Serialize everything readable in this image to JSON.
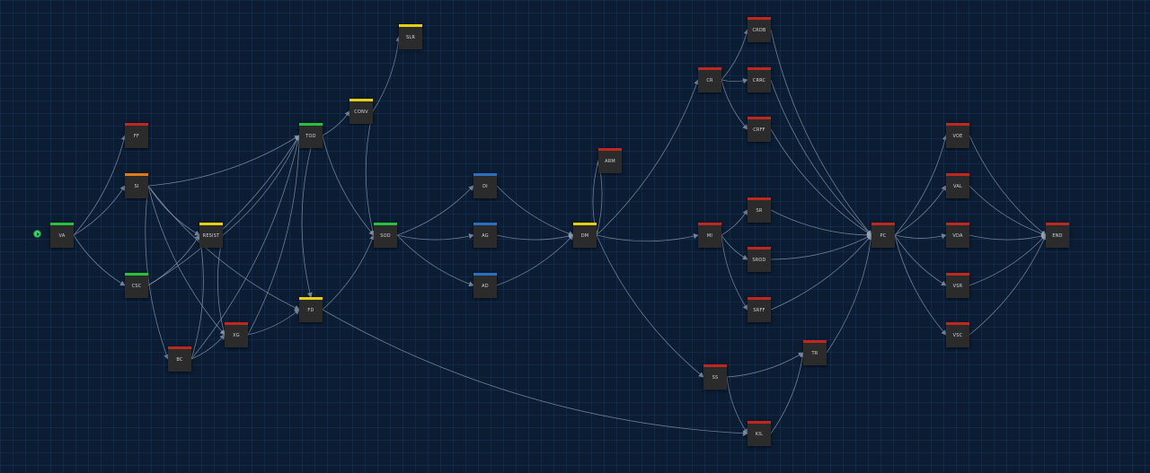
{
  "colors": {
    "green": "#27c23a",
    "red": "#c0271f",
    "yellow": "#e6cf12",
    "orange": "#e0791b",
    "blue": "#2b6fc0"
  },
  "start": {
    "icon": "play-circle-icon"
  },
  "nodes": [
    {
      "id": "VA",
      "label": "VA",
      "status": "green"
    },
    {
      "id": "FF",
      "label": "FF",
      "status": "red"
    },
    {
      "id": "SI",
      "label": "SI",
      "status": "orange"
    },
    {
      "id": "CSC",
      "label": "CSC",
      "status": "green"
    },
    {
      "id": "RESIST",
      "label": "RESIST",
      "status": "yellow"
    },
    {
      "id": "BC",
      "label": "BC",
      "status": "red"
    },
    {
      "id": "XG",
      "label": "XG",
      "status": "red"
    },
    {
      "id": "TOD",
      "label": "TOD",
      "status": "green"
    },
    {
      "id": "CONV",
      "label": "CONV",
      "status": "yellow"
    },
    {
      "id": "SLR",
      "label": "SLR",
      "status": "yellow"
    },
    {
      "id": "FD",
      "label": "FD",
      "status": "yellow"
    },
    {
      "id": "SOD",
      "label": "SOD",
      "status": "green"
    },
    {
      "id": "DI",
      "label": "DI",
      "status": "blue"
    },
    {
      "id": "AG",
      "label": "AG",
      "status": "blue"
    },
    {
      "id": "AD",
      "label": "AD",
      "status": "blue"
    },
    {
      "id": "DM",
      "label": "DM",
      "status": "yellow"
    },
    {
      "id": "ARM",
      "label": "ARM",
      "status": "red"
    },
    {
      "id": "CR",
      "label": "CR",
      "status": "red"
    },
    {
      "id": "CRDB",
      "label": "CRDB",
      "status": "red"
    },
    {
      "id": "CRRC",
      "label": "CRRC",
      "status": "red"
    },
    {
      "id": "CRFF",
      "label": "CRFF",
      "status": "red"
    },
    {
      "id": "MI",
      "label": "MI",
      "status": "red"
    },
    {
      "id": "SR",
      "label": "SR",
      "status": "red"
    },
    {
      "id": "SROD",
      "label": "SROD",
      "status": "red"
    },
    {
      "id": "SRFF",
      "label": "SRFF",
      "status": "red"
    },
    {
      "id": "SS",
      "label": "SS",
      "status": "red"
    },
    {
      "id": "KIL",
      "label": "KIL",
      "status": "red"
    },
    {
      "id": "TR",
      "label": "TR",
      "status": "red"
    },
    {
      "id": "PC",
      "label": "PC",
      "status": "red"
    },
    {
      "id": "VOE",
      "label": "VOE",
      "status": "red"
    },
    {
      "id": "VAL",
      "label": "VAL",
      "status": "red"
    },
    {
      "id": "VDA",
      "label": "VDA",
      "status": "red"
    },
    {
      "id": "VSR",
      "label": "VSR",
      "status": "red"
    },
    {
      "id": "VSC",
      "label": "VSC",
      "status": "red"
    },
    {
      "id": "END",
      "label": "END",
      "status": "red"
    }
  ],
  "edges": [
    [
      "VA",
      "FF"
    ],
    [
      "VA",
      "SI"
    ],
    [
      "VA",
      "CSC"
    ],
    [
      "SI",
      "TOD"
    ],
    [
      "SI",
      "RESIST"
    ],
    [
      "SI",
      "BC"
    ],
    [
      "SI",
      "XG"
    ],
    [
      "SI",
      "FD"
    ],
    [
      "CSC",
      "TOD"
    ],
    [
      "CSC",
      "RESIST"
    ],
    [
      "RESIST",
      "TOD"
    ],
    [
      "RESIST",
      "XG"
    ],
    [
      "BC",
      "TOD"
    ],
    [
      "BC",
      "XG"
    ],
    [
      "BC",
      "RESIST"
    ],
    [
      "XG",
      "TOD"
    ],
    [
      "XG",
      "FD"
    ],
    [
      "TOD",
      "CONV"
    ],
    [
      "TOD",
      "SOD"
    ],
    [
      "TOD",
      "FD"
    ],
    [
      "CONV",
      "SLR"
    ],
    [
      "CONV",
      "SOD"
    ],
    [
      "FD",
      "SOD"
    ],
    [
      "FD",
      "KIL"
    ],
    [
      "SOD",
      "DI"
    ],
    [
      "SOD",
      "AG"
    ],
    [
      "SOD",
      "AD"
    ],
    [
      "DI",
      "DM"
    ],
    [
      "AG",
      "DM"
    ],
    [
      "AD",
      "DM"
    ],
    [
      "DM",
      "ARM"
    ],
    [
      "DM",
      "CR"
    ],
    [
      "DM",
      "MI"
    ],
    [
      "DM",
      "SS"
    ],
    [
      "ARM",
      "DM"
    ],
    [
      "CR",
      "CRDB"
    ],
    [
      "CR",
      "CRRC"
    ],
    [
      "CR",
      "CRFF"
    ],
    [
      "CRDB",
      "PC"
    ],
    [
      "CRRC",
      "PC"
    ],
    [
      "CRFF",
      "PC"
    ],
    [
      "MI",
      "SR"
    ],
    [
      "MI",
      "SROD"
    ],
    [
      "MI",
      "SRFF"
    ],
    [
      "SR",
      "PC"
    ],
    [
      "SROD",
      "PC"
    ],
    [
      "SRFF",
      "PC"
    ],
    [
      "SS",
      "TR"
    ],
    [
      "SS",
      "KIL"
    ],
    [
      "KIL",
      "TR"
    ],
    [
      "TR",
      "PC"
    ],
    [
      "PC",
      "VOE"
    ],
    [
      "PC",
      "VAL"
    ],
    [
      "PC",
      "VDA"
    ],
    [
      "PC",
      "VSR"
    ],
    [
      "PC",
      "VSC"
    ],
    [
      "VOE",
      "END"
    ],
    [
      "VAL",
      "END"
    ],
    [
      "VDA",
      "END"
    ],
    [
      "VSR",
      "END"
    ],
    [
      "VSC",
      "END"
    ]
  ]
}
